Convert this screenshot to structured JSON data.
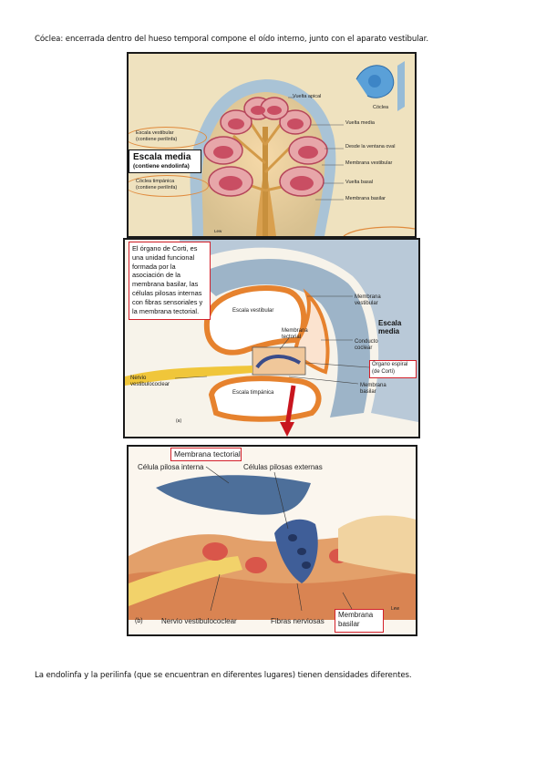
{
  "document": {
    "intro": "Cóclea: encerrada dentro del hueso temporal compone el oído interno, junto con el aparato vestibular.",
    "footer": "La endolinfa y la perilinfa (que se encuentran en diferentes lugares) tienen densidades diferentes."
  },
  "figure1": {
    "labels": {
      "vuelta_apical": "Vuelta apical",
      "coclea": "Cóclea",
      "vuelta_media": "Vuelta media",
      "desde_ventana": "Desde la ventana oval",
      "membrana_vestibular": "Membrana vestibular",
      "vuelta_basal": "Vuelta basal",
      "membrana_basilar": "Membrana basilar",
      "escala_vestibular": "Escala vestibular",
      "contiene_perilinfa_1": "(contiene perilinfa)",
      "escala_media": "Escala media",
      "contiene_endolinfa": "(contiene endolinfa)",
      "cocleo_timpanica": "Cóclea timpánica",
      "contiene_perilinfa_2": "(contiene perilinfa)",
      "credit": "Lew"
    }
  },
  "figure2": {
    "note_lines": [
      "El órgano de Corti, es",
      "una unidad funcional",
      "formada por la",
      "asociación de la",
      "membrana basilar, las",
      "células pilosas internas",
      "con fibras sensoriales y",
      "la membrana tectorial."
    ],
    "labels": {
      "escala_vestibular": "Escala vestibular",
      "membrana_vestibular": "Membrana vestibular",
      "membrana_tectorial": "Membrana tectorial",
      "escala_media": "Escala media",
      "conducto_coclear": "Conducto coclear",
      "organo_espiral": "Órgano espiral (de Corti)",
      "nervio": "Nervio vestibulococlear",
      "escala_timpanica": "Escala timpánica",
      "membrana_basilar": "Membrana basilar",
      "panel": "(a)"
    }
  },
  "figure3": {
    "labels": {
      "membrana_tectorial": "Membrana tectorial",
      "celula_interna": "Célula pilosa interna",
      "celulas_externas": "Células pilosas externas",
      "panel": "(b)",
      "nervio": "Nervio vestibulococlear",
      "fibras": "Fibras nerviosas",
      "membrana_basilar": "Membrana basilar",
      "credit": "Lew"
    }
  }
}
